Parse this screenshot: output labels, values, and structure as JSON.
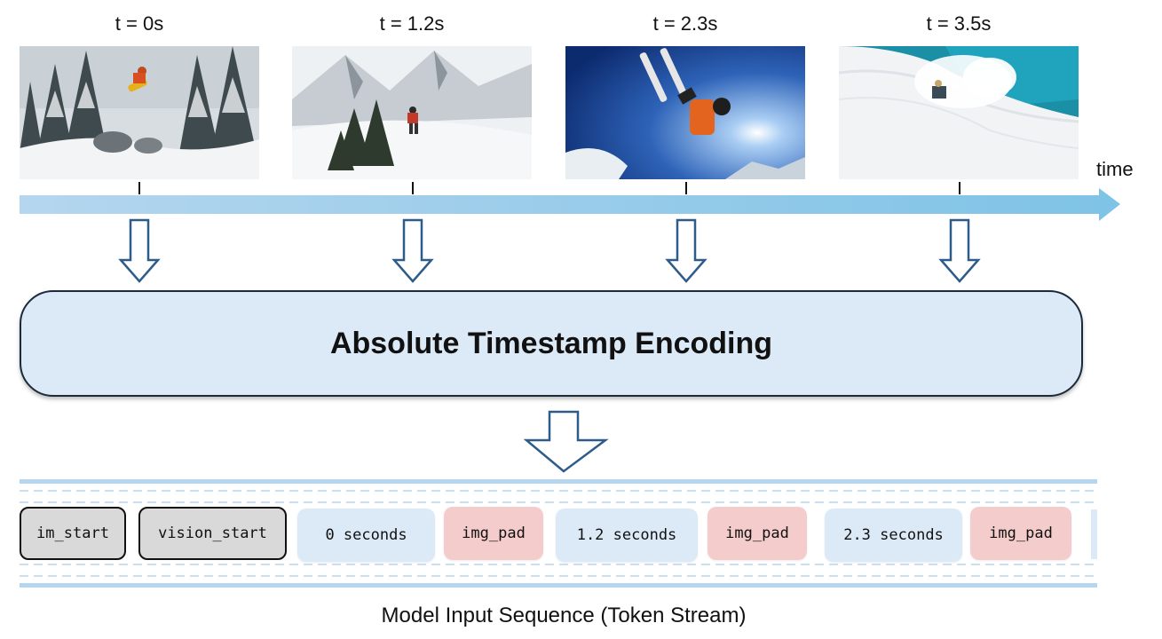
{
  "frames": [
    {
      "label": "t = 0s",
      "image": "snowboarder jumping in snowy forest"
    },
    {
      "label": "t = 1.2s",
      "image": "skier on snowy mountain ridge"
    },
    {
      "label": "t = 2.3s",
      "image": "skier flipping against blue sky"
    },
    {
      "label": "t = 3.5s",
      "image": "skier spraying snow on slope"
    }
  ],
  "timeline": {
    "label": "time"
  },
  "encoder": {
    "title": "Absolute Timestamp Encoding"
  },
  "tokens": [
    {
      "text": "im_start",
      "kind": "special"
    },
    {
      "text": "vision_start",
      "kind": "special"
    },
    {
      "text": "0 seconds",
      "kind": "timestamp"
    },
    {
      "text": "img_pad",
      "kind": "pad"
    },
    {
      "text": "1.2 seconds",
      "kind": "timestamp"
    },
    {
      "text": "img_pad",
      "kind": "pad"
    },
    {
      "text": "2.3 seconds",
      "kind": "timestamp"
    },
    {
      "text": "img_pad",
      "kind": "pad"
    }
  ],
  "caption": "Model Input Sequence (Token Stream)",
  "colors": {
    "timeline": "#9dcbea",
    "box_fill": "#dce9f7",
    "arrow_stroke": "#2e5c8a",
    "special_token": "#d9d9d9",
    "timestamp_token": "#dce9f7",
    "pad_token": "#f4cccc"
  }
}
